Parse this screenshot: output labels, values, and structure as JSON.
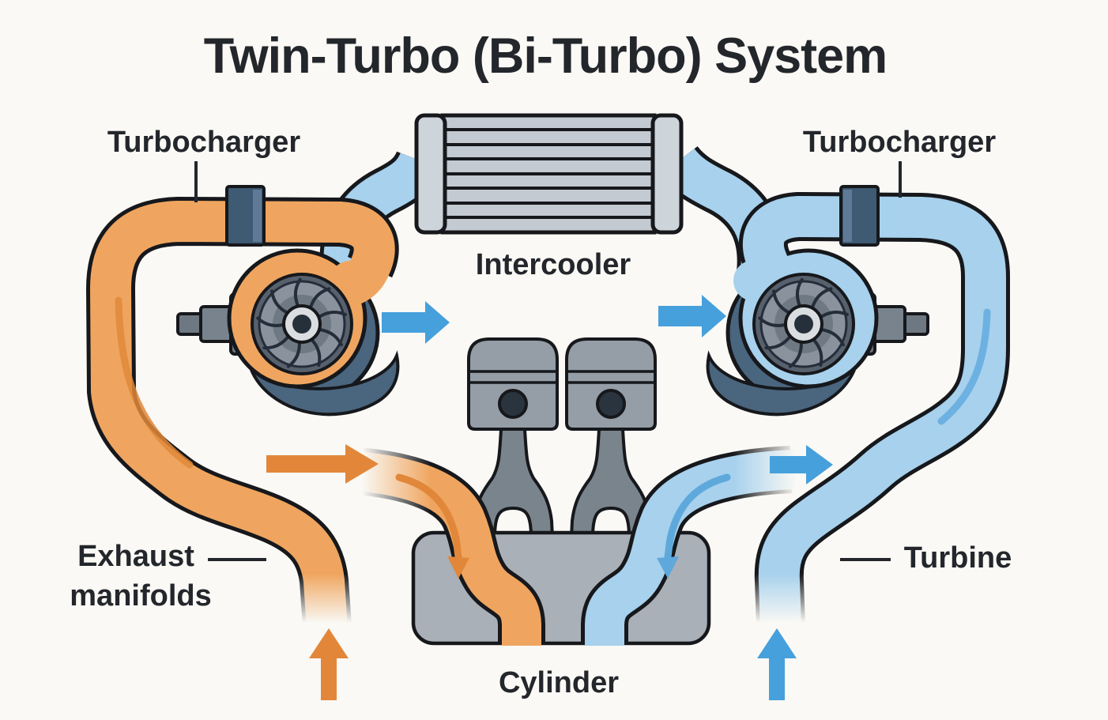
{
  "title": "Twin-Turbo (Bi-Turbo) System",
  "labels": {
    "turbocharger_left": "Turbocharger",
    "turbocharger_right": "Turbocharger",
    "intercooler": "Intercooler",
    "exhaust_manifolds_line1": "Exhaust",
    "exhaust_manifolds_line2": "manifolds",
    "turbine": "Turbine",
    "cylinder": "Cylinder"
  },
  "colors": {
    "background": "#FAF9F5",
    "outline": "#16181C",
    "text": "#23262B",
    "exhaust_pipe_orange": "#EFA55F",
    "exhaust_accent_orange": "#E2873A",
    "intake_pipe_blue": "#A7D1EC",
    "intake_accent_blue": "#5FA8DC",
    "flow_arrow_blue": "#45A0DC",
    "turbo_housing_slate": "#4A657E",
    "connector_block_dark": "#3F5A73",
    "connector_block_light": "#5E7A96",
    "impeller_gray": "#8A939D",
    "hub_light": "#DADEE1",
    "hub_dark": "#26303A",
    "intercooler_gray": "#C3CAD1",
    "intercooler_cap_gray": "#CDD4DA",
    "piston_gray": "#959EA7",
    "rod_gray": "#7A848D",
    "engine_block_gray": "#A9B0B7"
  }
}
